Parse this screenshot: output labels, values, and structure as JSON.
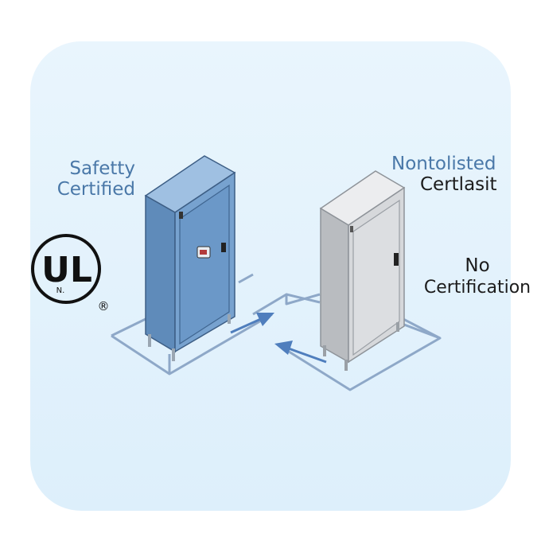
{
  "left_label": {
    "line1": "Safetty",
    "line2": "Certified"
  },
  "right_label": {
    "line1": "Nontolisted",
    "line2": "Certlasit"
  },
  "no_cert_label": {
    "line1": "No",
    "line2": "Certification"
  },
  "logo": {
    "text_main": "UL",
    "text_small": "N.",
    "registered": "®"
  },
  "colors": {
    "panel": "#e3f2fc",
    "blue_cabinet": "#6f9ac8",
    "gray_cabinet": "#d7d9dc",
    "path": "#8ea8c8",
    "arrow": "#4f7ebd",
    "label_blue": "#4a78a8"
  }
}
